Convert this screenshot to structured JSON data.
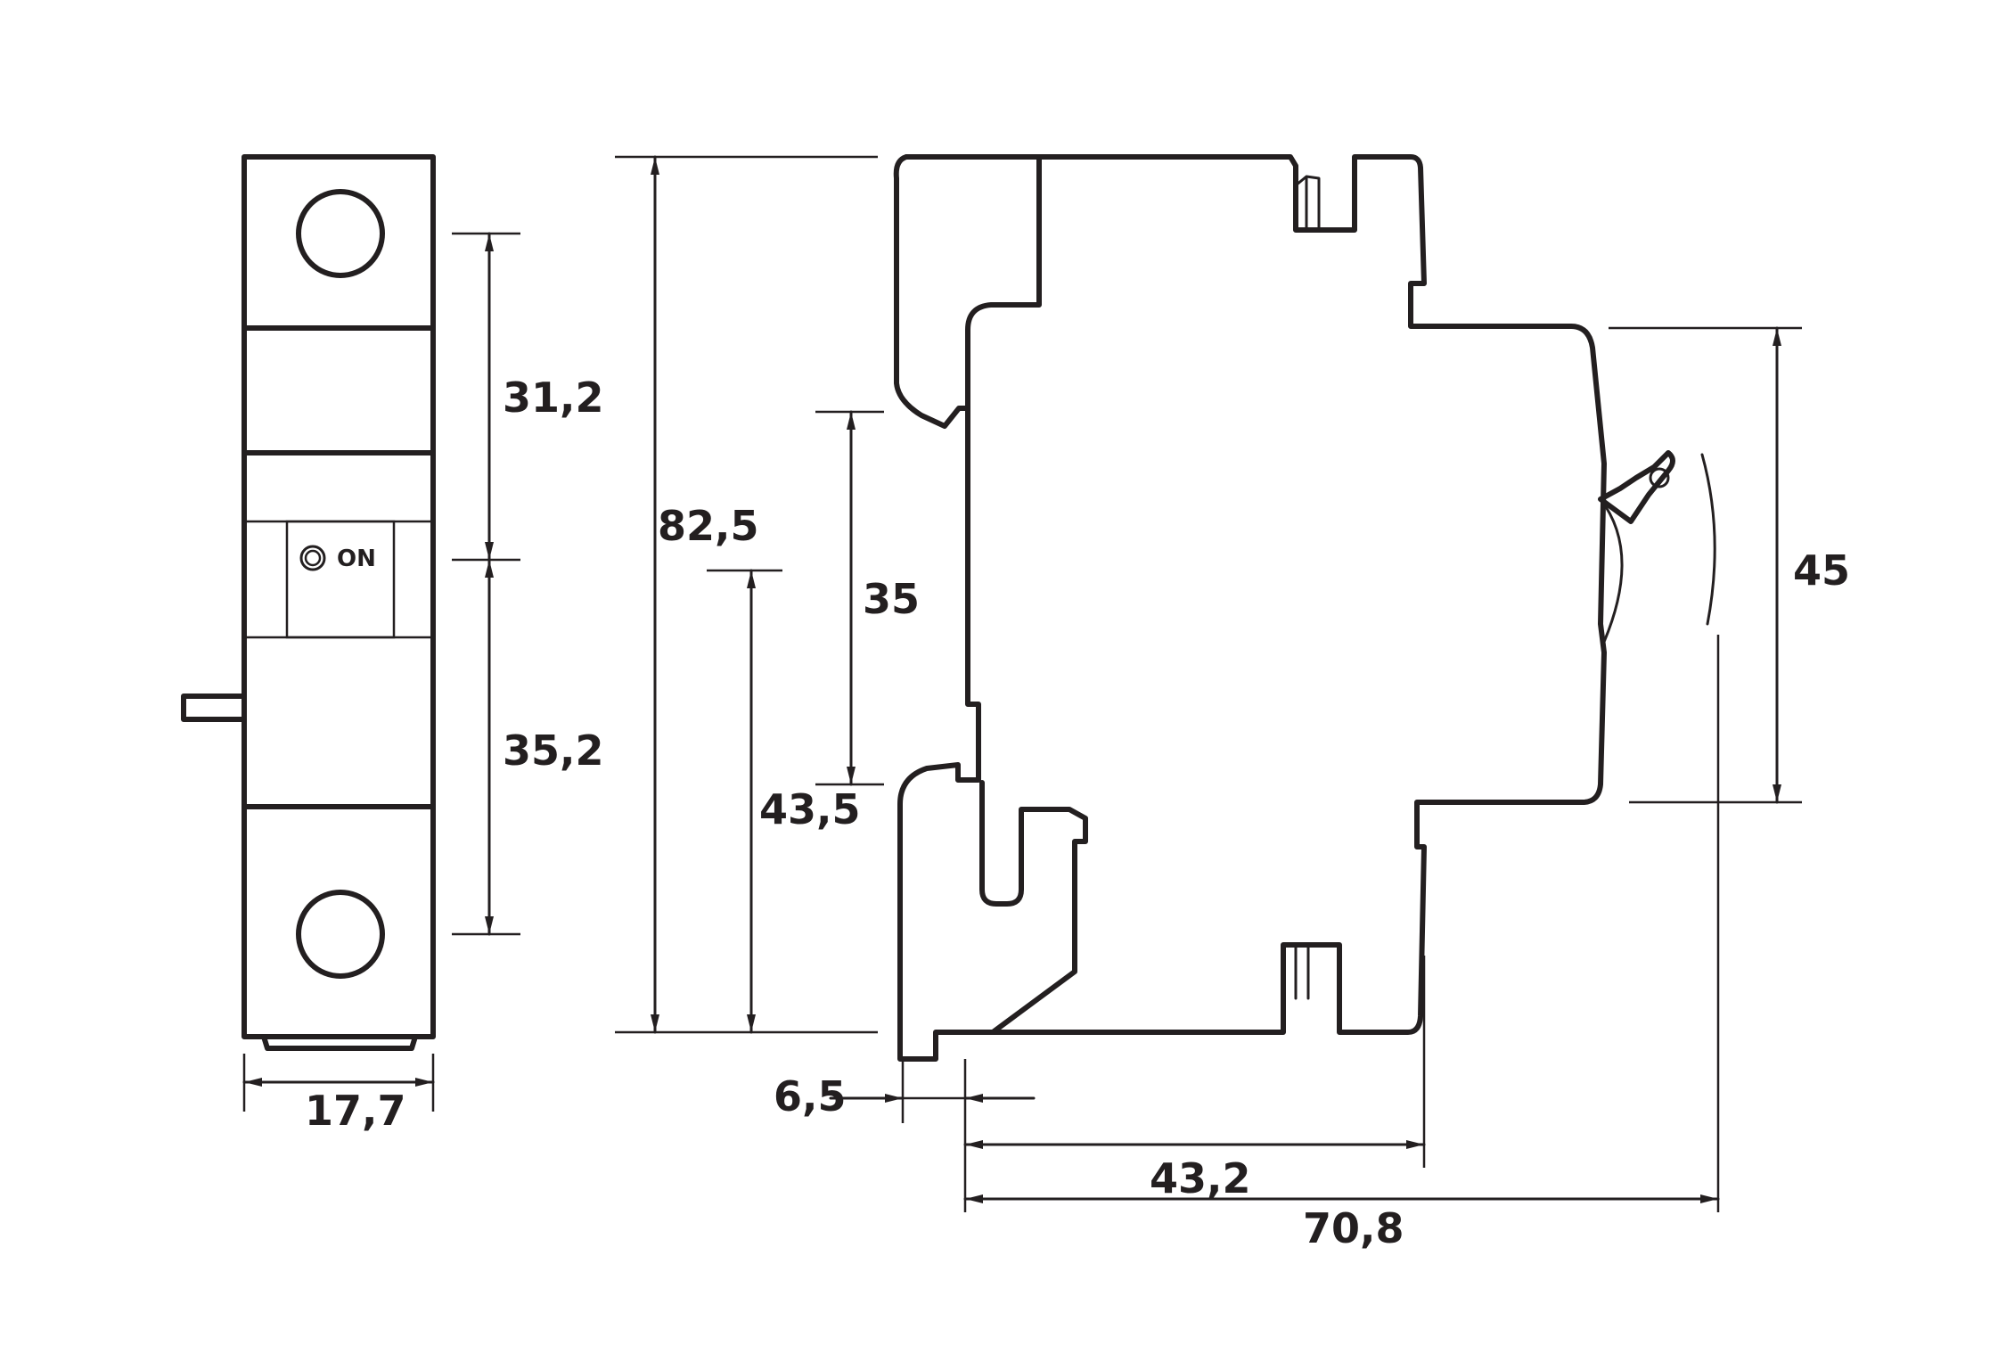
{
  "dimensions": {
    "width_front": "17,7",
    "upper_height": "31,2",
    "lower_height": "35,2",
    "total_height": "82,5",
    "rail_height": "35",
    "rail_to_bottom": "43,5",
    "front_height": "45",
    "rail_offset": "6,5",
    "rail_to_front_face": "43,2",
    "total_depth": "70,8"
  },
  "front_label": "ON",
  "colors": {
    "line": "#231f20",
    "background": "#ffffff"
  }
}
